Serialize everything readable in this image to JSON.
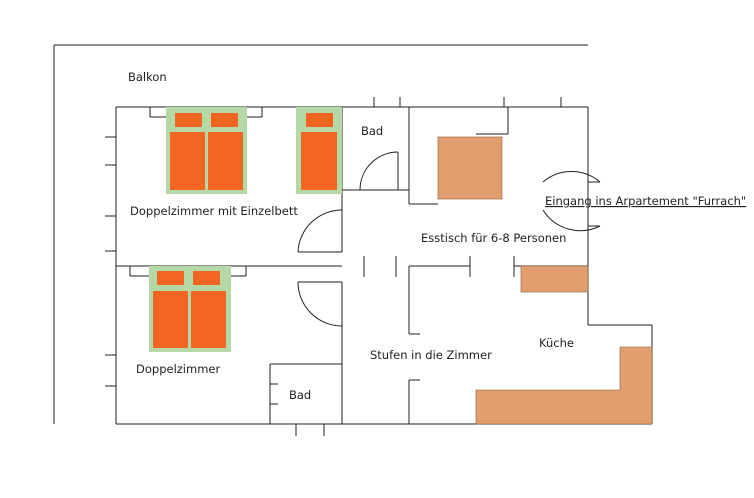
{
  "rooms": {
    "balcony": "Balkon",
    "double_with_single": "Doppelzimmer mit Einzelbett",
    "bath_upper": "Bad",
    "dining": "Esstisch für 6-8 Personen",
    "entrance": "Eingang ins Arpartement \"Furrach\"",
    "double": "Doppelzimmer",
    "stairs": "Stufen in die Zimmer",
    "kitchen": "Küche",
    "bath_lower": "Bad"
  },
  "colors": {
    "wall": "#222222",
    "bed_frame": "#b5d9a6",
    "mattress": "#f26522",
    "furniture": "#e39e6f"
  }
}
